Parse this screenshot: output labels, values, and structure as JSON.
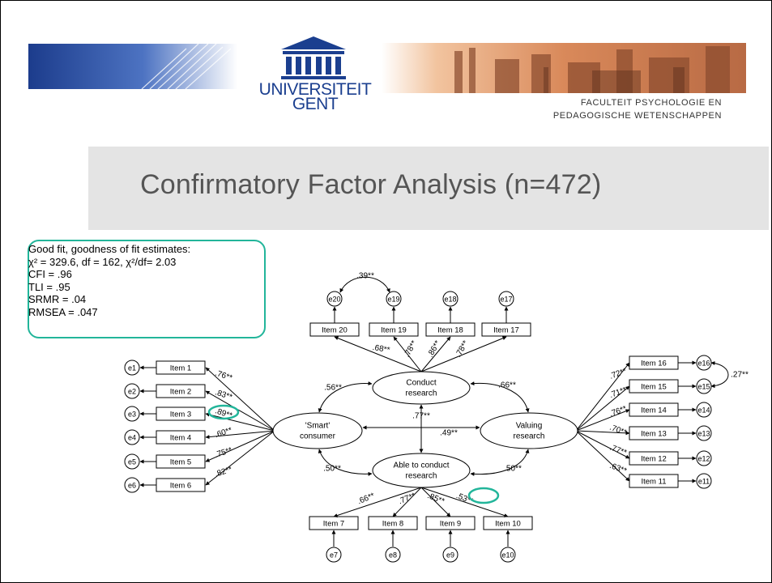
{
  "header": {
    "university_line1": "UNIVERSITEIT",
    "university_line2": "GENT",
    "faculty_line1": "FACULTEIT PSYCHOLOGIE EN",
    "faculty_line2": "PEDAGOGISCHE WETENSCHAPPEN"
  },
  "title": "Confirmatory Factor Analysis (n=472)",
  "fit": {
    "lines": [
      "Good fit, goodness of fit estimates:",
      "χ² = 329.6, df = 162, χ²/df= 2.03",
      "CFI = .96",
      "TLI = .95",
      "SRMR = .04",
      "RMSEA = .047"
    ]
  },
  "diagram": {
    "factors": {
      "conduct": [
        "Conduct",
        "research"
      ],
      "smart": [
        "'Smart'",
        "consumer"
      ],
      "valuing": [
        "Valuing",
        "research"
      ],
      "able": [
        "Able to conduct",
        "research"
      ]
    },
    "conduct_items": [
      {
        "item": "Item 20",
        "error": "e20",
        "loading": ".68**"
      },
      {
        "item": "Item 19",
        "error": "e19",
        "loading": ".78**"
      },
      {
        "item": "Item 18",
        "error": "e18",
        "loading": ".86**"
      },
      {
        "item": "Item 17",
        "error": "e17",
        "loading": ".78**"
      }
    ],
    "smart_items": [
      {
        "item": "Item 1",
        "error": "e1",
        "loading": ".76**"
      },
      {
        "item": "Item 2",
        "error": "e2",
        "loading": ".83**"
      },
      {
        "item": "Item 3",
        "error": "e3",
        "loading": ".89**"
      },
      {
        "item": "Item 4",
        "error": "e4",
        "loading": ".60**"
      },
      {
        "item": "Item 5",
        "error": "e5",
        "loading": ".75**"
      },
      {
        "item": "Item 6",
        "error": "e6",
        "loading": ".82**"
      }
    ],
    "valuing_items": [
      {
        "item": "Item 16",
        "error": "e16",
        "loading": ".72**"
      },
      {
        "item": "Item 15",
        "error": "e15",
        "loading": ".71**"
      },
      {
        "item": "Item 14",
        "error": "e14",
        "loading": ".76**"
      },
      {
        "item": "Item 13",
        "error": "e13",
        "loading": ".70**"
      },
      {
        "item": "Item 12",
        "error": "e12",
        "loading": ".77**"
      },
      {
        "item": "Item 11",
        "error": "e11",
        "loading": ".63**"
      }
    ],
    "able_items": [
      {
        "item": "Item 7",
        "error": "e7",
        "loading": ".66**"
      },
      {
        "item": "Item 8",
        "error": "e8",
        "loading": ".77**"
      },
      {
        "item": "Item 9",
        "error": "e9",
        "loading": ".85**"
      },
      {
        "item": "Item 10",
        "error": "e10",
        "loading": ".53**"
      }
    ],
    "covariances": {
      "e20_e19": ".39**",
      "e16_e15": ".27**",
      "smart_conduct": ".56**",
      "conduct_valuing": ".66**",
      "conduct_able": ".77**",
      "smart_valuing": ".49**",
      "smart_able": ".50**",
      "valuing_able": ".50**"
    },
    "highlight_color": "#22b59a"
  },
  "colors": {
    "university_blue": "#1b3f8f",
    "highlight": "#22b59a",
    "title_band": "#e4e4e4"
  }
}
